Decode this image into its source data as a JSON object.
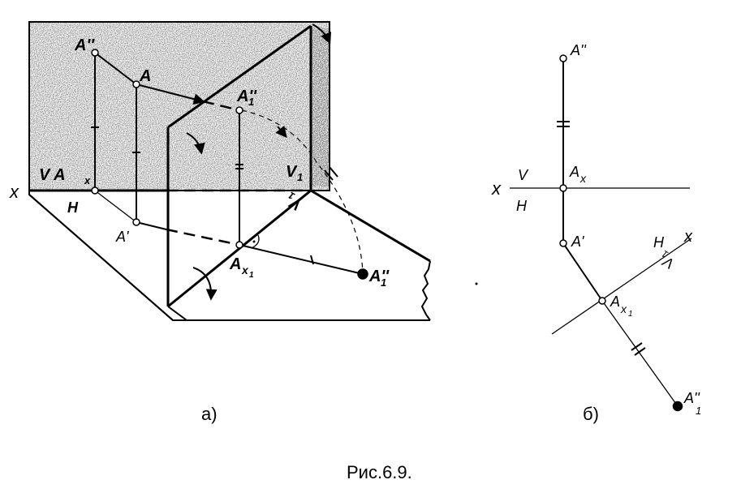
{
  "figure_a": {
    "label_A2": "A''",
    "label_A": "A",
    "label_A1_2_top": "A''",
    "label_A1_2_top_sub": "1",
    "label_V_Ax": "V A",
    "label_Ax_sub": "x",
    "label_x": "x",
    "label_H": "H",
    "label_A1": "A'",
    "label_V1": "V",
    "label_V1_sub": "1",
    "label_H_rot": "V",
    "label_H_rot_sub": "1",
    "label_Ax1": "A",
    "label_Ax1_sub": "x",
    "label_Ax1_subsub": "1",
    "label_A1_2_bottom": "A''",
    "label_A1_2_bottom_sub": "1",
    "caption": "а)"
  },
  "figure_b": {
    "label_A2": "A''",
    "label_V": "V",
    "label_Ax": "A",
    "label_Ax_sub": "x",
    "label_x": "x",
    "label_H": "H",
    "label_A1": "A'",
    "label_H_axis": "H",
    "label_x_axis": "x",
    "label_V1_axis": "V",
    "label_V1_sub": "1",
    "label_Ax1": "A",
    "label_Ax1_sub": "x",
    "label_Ax1_subsub": "1",
    "label_A1_2": "A''",
    "label_A1_2_sub": "1",
    "caption": "б)"
  },
  "figure_caption": "Рис.6.9.",
  "colors": {
    "ink": "#000000",
    "paper": "#ffffff",
    "shade": "#8a8a8a"
  }
}
